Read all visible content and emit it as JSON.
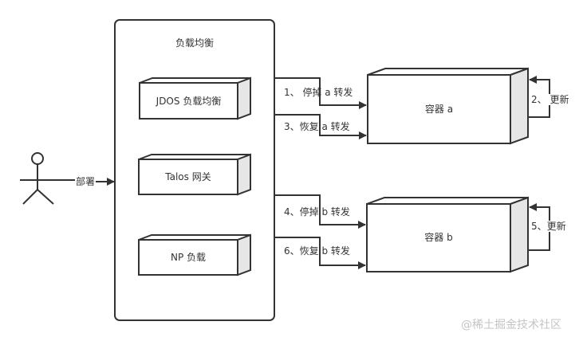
{
  "diagram": {
    "actor": {
      "label": "部署"
    },
    "group": {
      "title": "负载均衡"
    },
    "lb_nodes": [
      {
        "label": "JDOS 负载均衡"
      },
      {
        "label": "Talos 网关"
      },
      {
        "label": "NP 负载"
      }
    ],
    "containers": [
      {
        "label": "容器 a"
      },
      {
        "label": "容器 b"
      }
    ],
    "edges": [
      {
        "label": "1、 停掉 a 转发"
      },
      {
        "label": "3、恢复 a 转发"
      },
      {
        "label": "2、 更新"
      },
      {
        "label": "4、停掉 b 转发"
      },
      {
        "label": "6、恢复 b 转发"
      },
      {
        "label": "5、更新"
      }
    ],
    "watermark": "@稀土掘金技术社区"
  },
  "colors": {
    "stroke": "#333333",
    "box_fill": "#ffffff",
    "side_fill": "#e6e6e6",
    "text": "#333333",
    "watermark": "#c4c4c4"
  }
}
